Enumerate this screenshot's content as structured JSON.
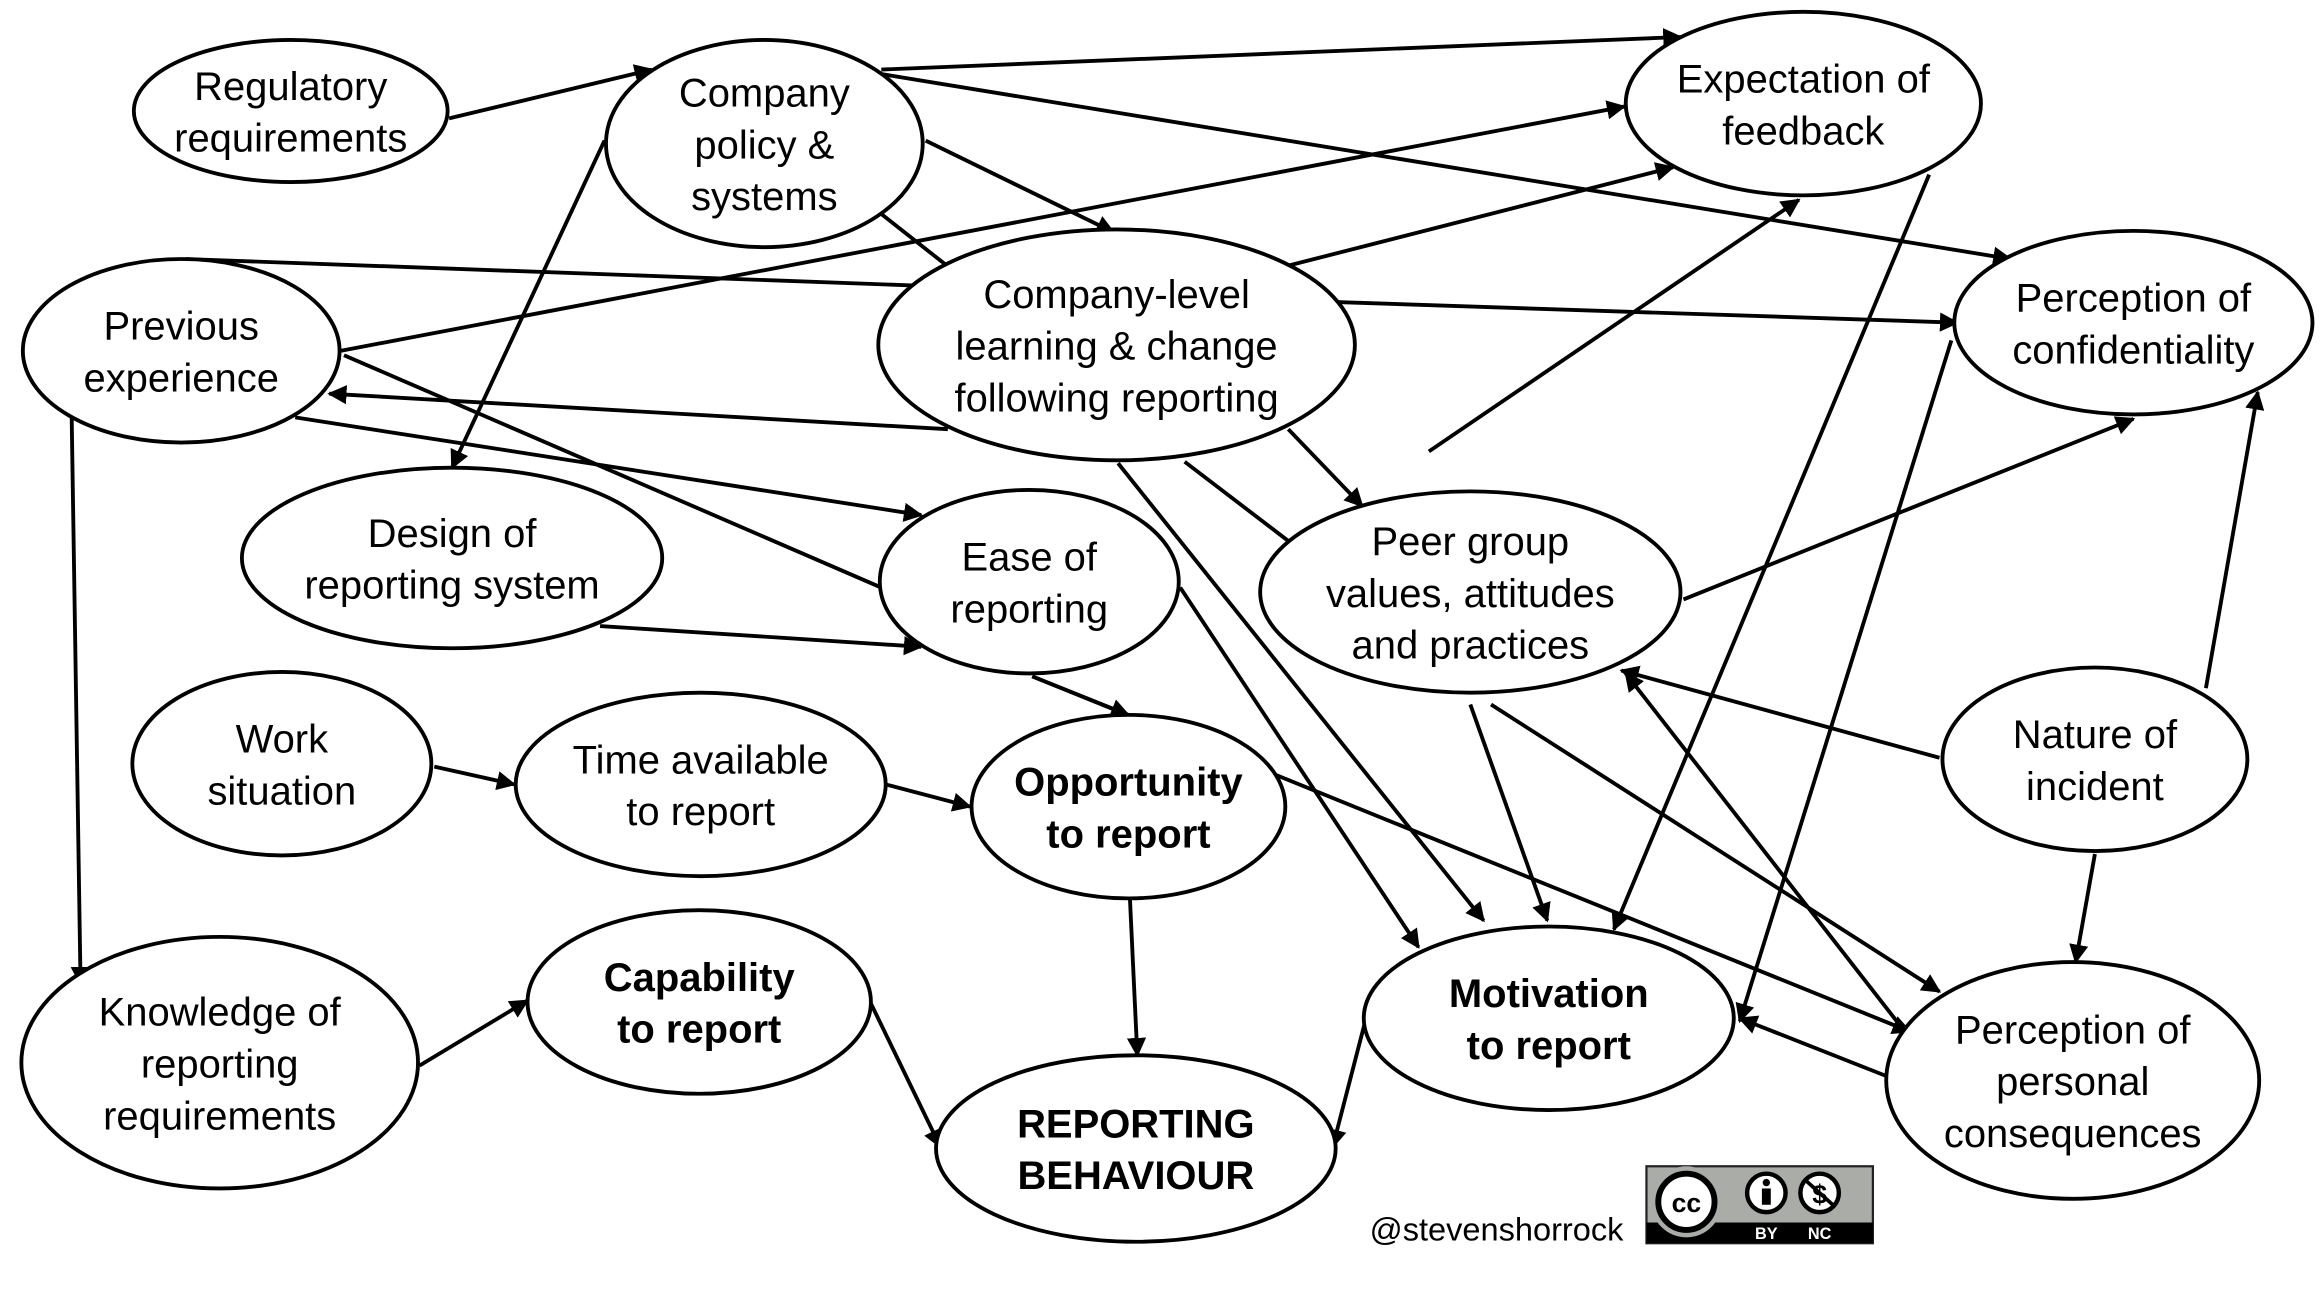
{
  "nodes": [
    {
      "id": "regulatory",
      "lines": [
        "Regulatory",
        "requirements"
      ],
      "bold": false
    },
    {
      "id": "company_policy",
      "lines": [
        "Company",
        "policy &",
        "systems"
      ],
      "bold": false
    },
    {
      "id": "expectation",
      "lines": [
        "Expectation of",
        "feedback"
      ],
      "bold": false
    },
    {
      "id": "previous",
      "lines": [
        "Previous",
        "experience"
      ],
      "bold": false
    },
    {
      "id": "company_learning",
      "lines": [
        "Company-level",
        "learning & change",
        "following reporting"
      ],
      "bold": false
    },
    {
      "id": "confidentiality",
      "lines": [
        "Perception of",
        "confidentiality"
      ],
      "bold": false
    },
    {
      "id": "design",
      "lines": [
        "Design of",
        "reporting system"
      ],
      "bold": false
    },
    {
      "id": "ease",
      "lines": [
        "Ease of",
        "reporting"
      ],
      "bold": false
    },
    {
      "id": "peer",
      "lines": [
        "Peer group",
        "values, attitudes",
        "and practices"
      ],
      "bold": false
    },
    {
      "id": "work",
      "lines": [
        "Work",
        "situation"
      ],
      "bold": false
    },
    {
      "id": "time",
      "lines": [
        "Time available",
        "to report"
      ],
      "bold": false
    },
    {
      "id": "opportunity",
      "lines": [
        "Opportunity",
        "to report"
      ],
      "bold": true
    },
    {
      "id": "nature",
      "lines": [
        "Nature of",
        "incident"
      ],
      "bold": false
    },
    {
      "id": "knowledge",
      "lines": [
        "Knowledge of",
        "reporting",
        "requirements"
      ],
      "bold": false
    },
    {
      "id": "capability",
      "lines": [
        "Capability",
        "to report"
      ],
      "bold": true
    },
    {
      "id": "motivation",
      "lines": [
        "Motivation",
        "to report"
      ],
      "bold": true
    },
    {
      "id": "consequences",
      "lines": [
        "Perception of",
        "personal",
        "consequences"
      ],
      "bold": false
    },
    {
      "id": "behaviour",
      "lines": [
        "REPORTING",
        "BEHAVIOUR"
      ],
      "bold": true
    }
  ],
  "edges": [
    {
      "from": "regulatory",
      "to": "company_policy"
    },
    {
      "from": "company_policy",
      "to": "expectation"
    },
    {
      "from": "company_policy",
      "to": "confidentiality"
    },
    {
      "from": "company_policy",
      "to": "company_learning"
    },
    {
      "from": "company_policy",
      "to": "peer"
    },
    {
      "from": "company_policy",
      "to": "design"
    },
    {
      "from": "previous",
      "to": "expectation"
    },
    {
      "from": "previous",
      "to": "company_learning"
    },
    {
      "from": "company_learning",
      "to": "previous"
    },
    {
      "from": "company_learning",
      "to": "confidentiality"
    },
    {
      "from": "company_learning",
      "to": "expectation"
    },
    {
      "from": "company_learning",
      "to": "peer"
    },
    {
      "from": "company_learning",
      "to": "motivation"
    },
    {
      "from": "previous",
      "to": "ease"
    },
    {
      "from": "previous",
      "to": "consequences"
    },
    {
      "from": "previous",
      "to": "knowledge"
    },
    {
      "from": "design",
      "to": "ease"
    },
    {
      "from": "ease",
      "to": "opportunity"
    },
    {
      "from": "ease",
      "to": "motivation"
    },
    {
      "from": "work",
      "to": "time"
    },
    {
      "from": "time",
      "to": "opportunity"
    },
    {
      "from": "opportunity",
      "to": "behaviour"
    },
    {
      "from": "peer",
      "to": "expectation"
    },
    {
      "from": "peer",
      "to": "confidentiality"
    },
    {
      "from": "peer",
      "to": "motivation"
    },
    {
      "from": "peer",
      "to": "consequences"
    },
    {
      "from": "expectation",
      "to": "motivation"
    },
    {
      "from": "confidentiality",
      "to": "motivation"
    },
    {
      "from": "nature",
      "to": "peer"
    },
    {
      "from": "nature",
      "to": "confidentiality"
    },
    {
      "from": "nature",
      "to": "consequences"
    },
    {
      "from": "consequences",
      "to": "motivation"
    },
    {
      "from": "consequences",
      "to": "peer"
    },
    {
      "from": "knowledge",
      "to": "capability"
    },
    {
      "from": "capability",
      "to": "behaviour"
    },
    {
      "from": "motivation",
      "to": "behaviour"
    }
  ],
  "credit": "@stevenshorrock",
  "license": {
    "by": "BY",
    "nc": "NC",
    "cc": "cc"
  }
}
